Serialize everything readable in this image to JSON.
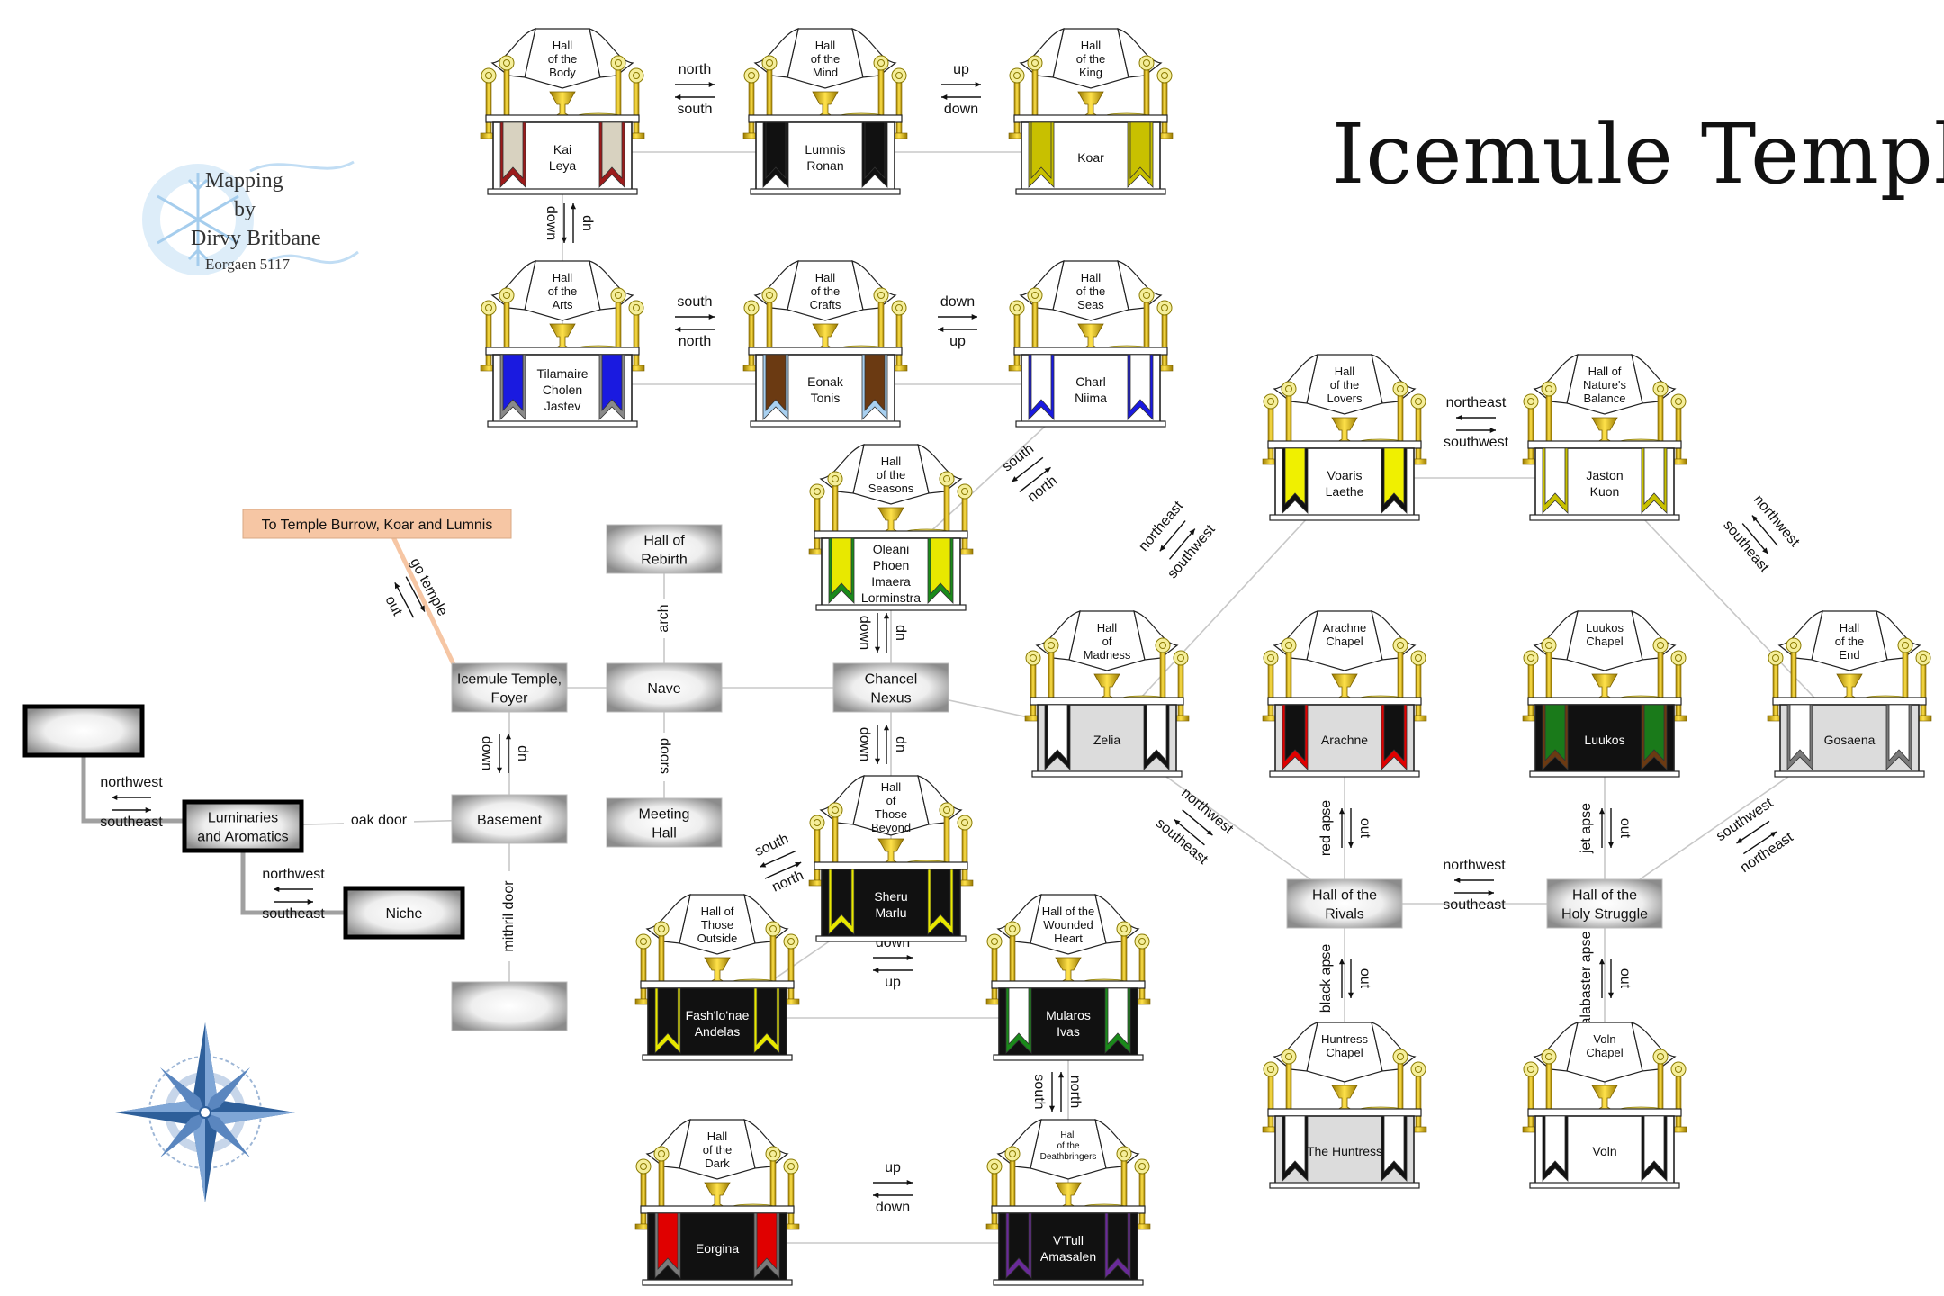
{
  "title": "Icemule Temple",
  "credit": {
    "line1": "Mapping",
    "line2": "by",
    "line3": "Dirvy Britbane",
    "line4": "Eorgaen 5117"
  },
  "colors": {
    "gold": "#d4b000",
    "box_gray": "#9a9a9a",
    "text": "#111111",
    "link": "#c8c8c8",
    "orange": "#f6c6a4"
  },
  "shrines": [
    {
      "id": "body",
      "sign": [
        "Hall",
        "of the",
        "Body"
      ],
      "names": [
        "Kai",
        "Leya"
      ],
      "banner": "#9c1b1b",
      "ribbon": "#d8d2c0",
      "bg": "#ffffff"
    },
    {
      "id": "mind",
      "sign": [
        "Hall",
        "of the",
        "Mind"
      ],
      "names": [
        "Lumnis",
        "Ronan"
      ],
      "banner": "#111111",
      "ribbon": "#111111",
      "bg": "#ffffff"
    },
    {
      "id": "king",
      "sign": [
        "Hall",
        "of the",
        "King"
      ],
      "names": [
        "Koar"
      ],
      "banner": "#c8c000",
      "ribbon": "#c8c000",
      "bg": "#ffffff"
    },
    {
      "id": "arts",
      "sign": [
        "Hall",
        "of the",
        "Arts"
      ],
      "names": [
        "Tilamaire",
        "Cholen",
        "Jastev"
      ],
      "banner": "#8a8a8a",
      "ribbon": "#1a1ae0",
      "bg": "#ffffff"
    },
    {
      "id": "crafts",
      "sign": [
        "Hall",
        "of the",
        "Crafts"
      ],
      "names": [
        "Eonak",
        "Tonis"
      ],
      "banner": "#a8d0f0",
      "ribbon": "#6b3a12",
      "bg": "#ffffff"
    },
    {
      "id": "seas",
      "sign": [
        "Hall",
        "of the",
        "Seas"
      ],
      "names": [
        "Charl",
        "Niima"
      ],
      "banner": "#1a1ae0",
      "ribbon": "#ffffff",
      "bg": "#ffffff"
    },
    {
      "id": "seasons",
      "sign": [
        "Hall",
        "of the",
        "Seasons"
      ],
      "names": [
        "Oleani",
        "Phoen",
        "Imaera",
        "Lorminstra"
      ],
      "banner": "#1a8a1a",
      "ribbon": "#e8e800",
      "bg": "#ffffff"
    },
    {
      "id": "lovers",
      "sign": [
        "Hall",
        "of the",
        "Lovers"
      ],
      "names": [
        "Voaris",
        "Laethe"
      ],
      "banner": "#111111",
      "ribbon": "#f0f000",
      "bg": "#ffffff"
    },
    {
      "id": "nature",
      "sign": [
        "Hall of",
        "Nature's",
        "Balance"
      ],
      "names": [
        "Jaston",
        "Kuon"
      ],
      "banner": "#c8c000",
      "ribbon": "#ffffff",
      "bg": "#ffffff"
    },
    {
      "id": "madness",
      "sign": [
        "Hall",
        "of",
        "Madness"
      ],
      "names": [
        "Zelia"
      ],
      "banner": "#111111",
      "ribbon": "#ffffff",
      "bg": "#dcdcdc"
    },
    {
      "id": "arachne",
      "sign": [
        "Arachne",
        "Chapel"
      ],
      "names": [
        "Arachne"
      ],
      "banner": "#e00000",
      "ribbon": "#111111",
      "bg": "#dcdcdc"
    },
    {
      "id": "luukos",
      "sign": [
        "Luukos",
        "Chapel"
      ],
      "names": [
        "Luukos"
      ],
      "banner": "#6b3a12",
      "ribbon": "#1a7a1a",
      "bg": "#111111",
      "light": true
    },
    {
      "id": "end",
      "sign": [
        "Hall",
        "of the",
        "End"
      ],
      "names": [
        "Gosaena"
      ],
      "banner": "#7a7a7a",
      "ribbon": "#ffffff",
      "bg": "#dcdcdc"
    },
    {
      "id": "beyond",
      "sign": [
        "Hall",
        "of",
        "Those",
        "Beyond"
      ],
      "names": [
        "Sheru",
        "Marlu"
      ],
      "banner": "#e8e800",
      "ribbon": "#111111",
      "bg": "#111111",
      "light": true
    },
    {
      "id": "outside",
      "sign": [
        "Hall of",
        "Those",
        "Outside"
      ],
      "names": [
        "Fash'lo'nae",
        "Andelas"
      ],
      "banner": "#e8e800",
      "ribbon": "#111111",
      "bg": "#111111",
      "light": true
    },
    {
      "id": "wounded",
      "sign": [
        "Hall of the",
        "Wounded",
        "Heart"
      ],
      "names": [
        "Mularos",
        "Ivas"
      ],
      "banner": "#1a8a1a",
      "ribbon": "#ffffff",
      "bg": "#111111",
      "light": true
    },
    {
      "id": "huntress",
      "sign": [
        "Huntress",
        "Chapel"
      ],
      "names": [
        "The Huntress"
      ],
      "banner": "#111111",
      "ribbon": "#ffffff",
      "bg": "#dcdcdc"
    },
    {
      "id": "voln",
      "sign": [
        "Voln",
        "Chapel"
      ],
      "names": [
        "Voln"
      ],
      "banner": "#111111",
      "ribbon": "#ffffff",
      "bg": "#ffffff"
    },
    {
      "id": "dark",
      "sign": [
        "Hall",
        "of the",
        "Dark"
      ],
      "names": [
        "Eorgina"
      ],
      "banner": "#7a7a7a",
      "ribbon": "#e00000",
      "bg": "#111111",
      "light": true
    },
    {
      "id": "death",
      "sign": [
        "Hall",
        "of the",
        "Deathbringers"
      ],
      "names": [
        "V'Tull",
        "Amasalen"
      ],
      "banner": "#6a2a9a",
      "ribbon": "#111111",
      "bg": "#111111",
      "light": true,
      "smallsign": true
    }
  ],
  "rooms": [
    {
      "id": "rebirth",
      "lines": [
        "Hall of",
        "Rebirth"
      ]
    },
    {
      "id": "foyer",
      "lines": [
        "Icemule Temple,",
        "Foyer"
      ]
    },
    {
      "id": "nave",
      "lines": [
        "Nave"
      ]
    },
    {
      "id": "nexus",
      "lines": [
        "Chancel",
        "Nexus"
      ]
    },
    {
      "id": "meeting",
      "lines": [
        "Meeting",
        "Hall"
      ]
    },
    {
      "id": "basement",
      "lines": [
        "Basement"
      ]
    },
    {
      "id": "luminaries",
      "lines": [
        "Luminaries",
        "and Aromatics"
      ]
    },
    {
      "id": "niche",
      "lines": [
        "Niche"
      ]
    },
    {
      "id": "blank1",
      "lines": []
    },
    {
      "id": "blank2",
      "lines": []
    },
    {
      "id": "rivals",
      "lines": [
        "Hall of the",
        "Rivals"
      ]
    },
    {
      "id": "struggle",
      "lines": [
        "Hall of the",
        "Holy Struggle"
      ]
    }
  ],
  "burrow_label": "To Temple Burrow, Koar and Lumnis",
  "edge_labels": {
    "body_mind": [
      "north",
      "south"
    ],
    "mind_king": [
      "up",
      "down"
    ],
    "body_arts": [
      "down",
      "dn"
    ],
    "arts_crafts": [
      "south",
      "north"
    ],
    "crafts_seas": [
      "down",
      "up"
    ],
    "seas_seasons": [
      "south",
      "north"
    ],
    "seasons_nexus": [
      "down",
      "dn"
    ],
    "nexus_beyond": [
      "down",
      "dn"
    ],
    "beyond_outside": [
      "south",
      "north"
    ],
    "outside_wounded": [
      "down",
      "up"
    ],
    "wounded_death": [
      "south",
      "north"
    ],
    "dark_death": [
      "up",
      "down"
    ],
    "madness_lovers": [
      "northeast",
      "southwest"
    ],
    "lovers_nature": [
      "northeast",
      "southwest"
    ],
    "nature_end": [
      "northwest",
      "southeast"
    ],
    "madness_rivals": [
      "northwest",
      "southeast"
    ],
    "rivals_struggle": [
      "northwest",
      "southeast"
    ],
    "struggle_end": [
      "southwest",
      "northeast"
    ],
    "rivals_arachne": [
      "red apse",
      "out"
    ],
    "struggle_luukos": [
      "jet apse",
      "out"
    ],
    "rivals_huntress": [
      "black apse",
      "out"
    ],
    "struggle_voln": [
      "alabaster apse",
      "out"
    ],
    "nave_rebirth": [
      "arch"
    ],
    "nave_meeting": [
      "doors"
    ],
    "foyer_basement": [
      "down",
      "dn"
    ],
    "foyer_burrow": [
      "go temple",
      "out"
    ],
    "basement_luminaries": [
      "oak door"
    ],
    "basement_blank": [
      "mithril door"
    ],
    "luminaries_blank": [
      "northwest",
      "southeast"
    ],
    "luminaries_niche": [
      "northwest",
      "southeast"
    ]
  }
}
